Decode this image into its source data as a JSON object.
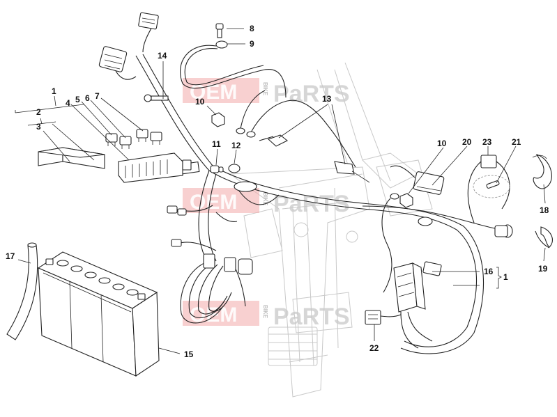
{
  "watermark": {
    "brand_left": "OEM",
    "brand_right": "PaRTS",
    "brand_vertical": "BIKE"
  },
  "callouts": {
    "c1_top": "1",
    "c2": "2",
    "c3": "3",
    "c4": "4",
    "c5": "5",
    "c6": "6",
    "c7": "7",
    "c8": "8",
    "c9": "9",
    "c10_left": "10",
    "c10_right": "10",
    "c11": "11",
    "c12": "12",
    "c13": "13",
    "c14": "14",
    "c15": "15",
    "c16": "16",
    "c1_right": "1",
    "c17": "17",
    "c18": "18",
    "c19": "19",
    "c20": "20",
    "c21": "21",
    "c22": "22",
    "c23": "23"
  },
  "colors": {
    "watermark_red": "#f2a9a9",
    "line": "#222222",
    "frame": "#c8c8c8"
  }
}
